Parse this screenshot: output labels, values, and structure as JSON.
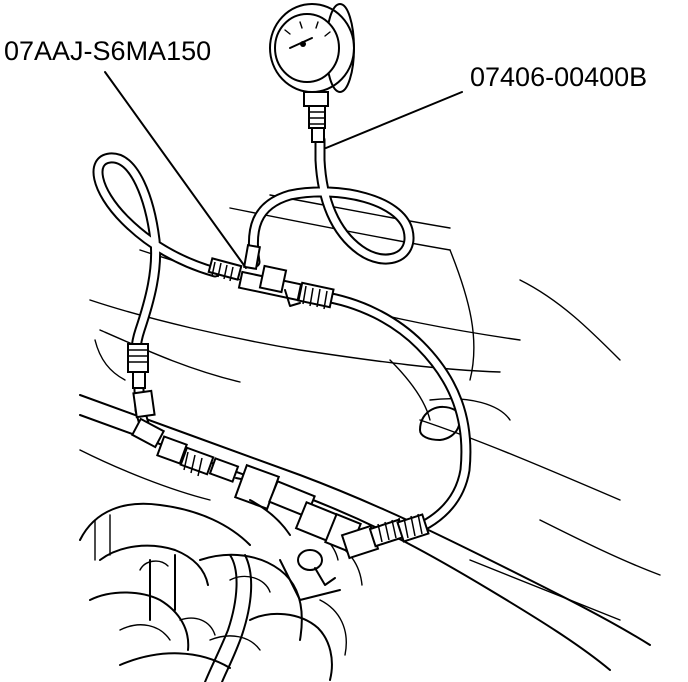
{
  "callouts": [
    {
      "id": "tool-a",
      "label": "07AAJ-S6MA150"
    },
    {
      "id": "tool-b",
      "label": "07406-00400B"
    }
  ],
  "colors": {
    "ink": "#000000",
    "paper": "#ffffff"
  }
}
